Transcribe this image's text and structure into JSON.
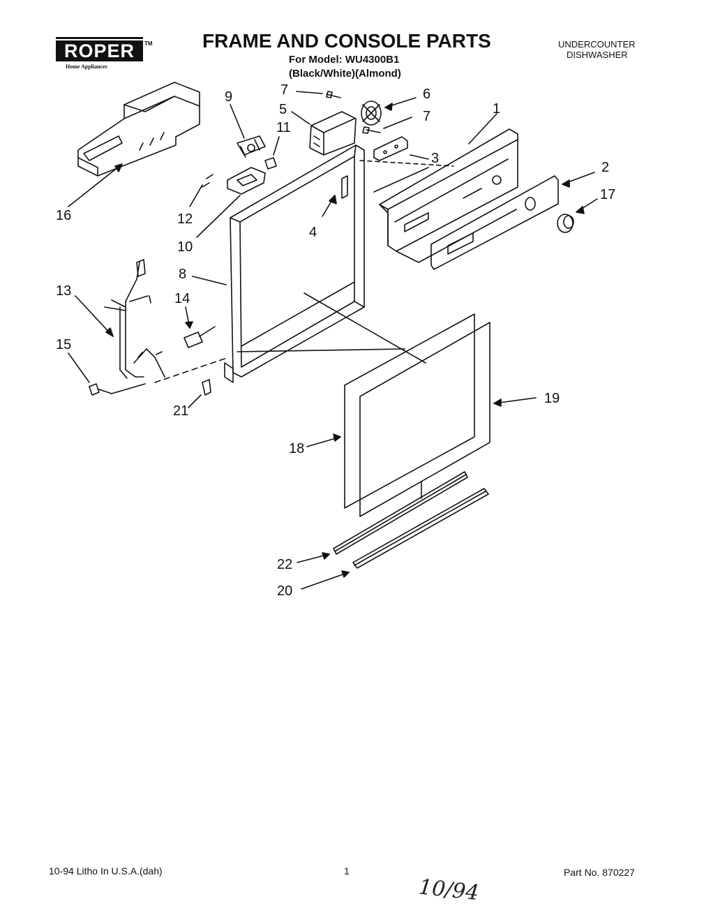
{
  "header": {
    "brand": "ROPER",
    "brand_sub": "Home Appliances",
    "tm": "TM",
    "title": "FRAME AND CONSOLE PARTS",
    "model_line": "For Model: WU4300B1",
    "colors_line": "(Black/White)(Almond)",
    "product_line1": "UNDERCOUNTER",
    "product_line2": "DISHWASHER"
  },
  "callouts": [
    "1",
    "2",
    "3",
    "4",
    "5",
    "6",
    "7",
    "7",
    "8",
    "9",
    "10",
    "11",
    "12",
    "13",
    "14",
    "15",
    "16",
    "17",
    "18",
    "19",
    "20",
    "21",
    "22"
  ],
  "footer": {
    "litho": "10-94 Litho In U.S.A.(dah)",
    "page": "1",
    "part_no": "Part No. 870227",
    "handwritten": "10/94"
  }
}
